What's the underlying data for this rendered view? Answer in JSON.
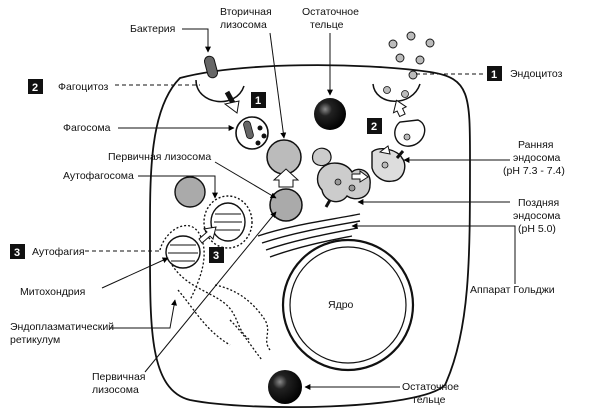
{
  "labels": {
    "bacteria": "Бактерия",
    "secondary_lysosome_1": "Вторичная",
    "secondary_lysosome_2": "лизосома",
    "residual_body_top_1": "Остаточное",
    "residual_body_top_2": "тельце",
    "phagocytosis": "Фагоцитоз",
    "endocytosis": "Эндоцитоз",
    "phagosome": "Фагосома",
    "primary_lysosome_top": "Первичная лизосома",
    "autophagosome": "Аутофагосома",
    "early_endosome_1": "Ранняя",
    "early_endosome_2": "эндосома",
    "early_endosome_3": "(pH 7.3 - 7.4)",
    "late_endosome_1": "Поздняя",
    "late_endosome_2": "эндосома",
    "late_endosome_3": "(pH 5.0)",
    "autophagy": "Аутофагия",
    "mitochondria": "Митохондрия",
    "golgi": "Аппарат Гольджи",
    "nucleus": "Ядро",
    "er_1": "Эндоплазматический",
    "er_2": "ретикулум",
    "primary_lysosome_bottom_1": "Первичная",
    "primary_lysosome_bottom_2": "лизосома",
    "residual_body_bottom_1": "Остаточное",
    "residual_body_bottom_2": "тельце"
  },
  "badges": {
    "phagocytosis": "2",
    "endocytosis": "1",
    "autophagy": "3",
    "phagosome_step": "1",
    "endosome_step": "2",
    "autophagy_step": "3"
  }
}
